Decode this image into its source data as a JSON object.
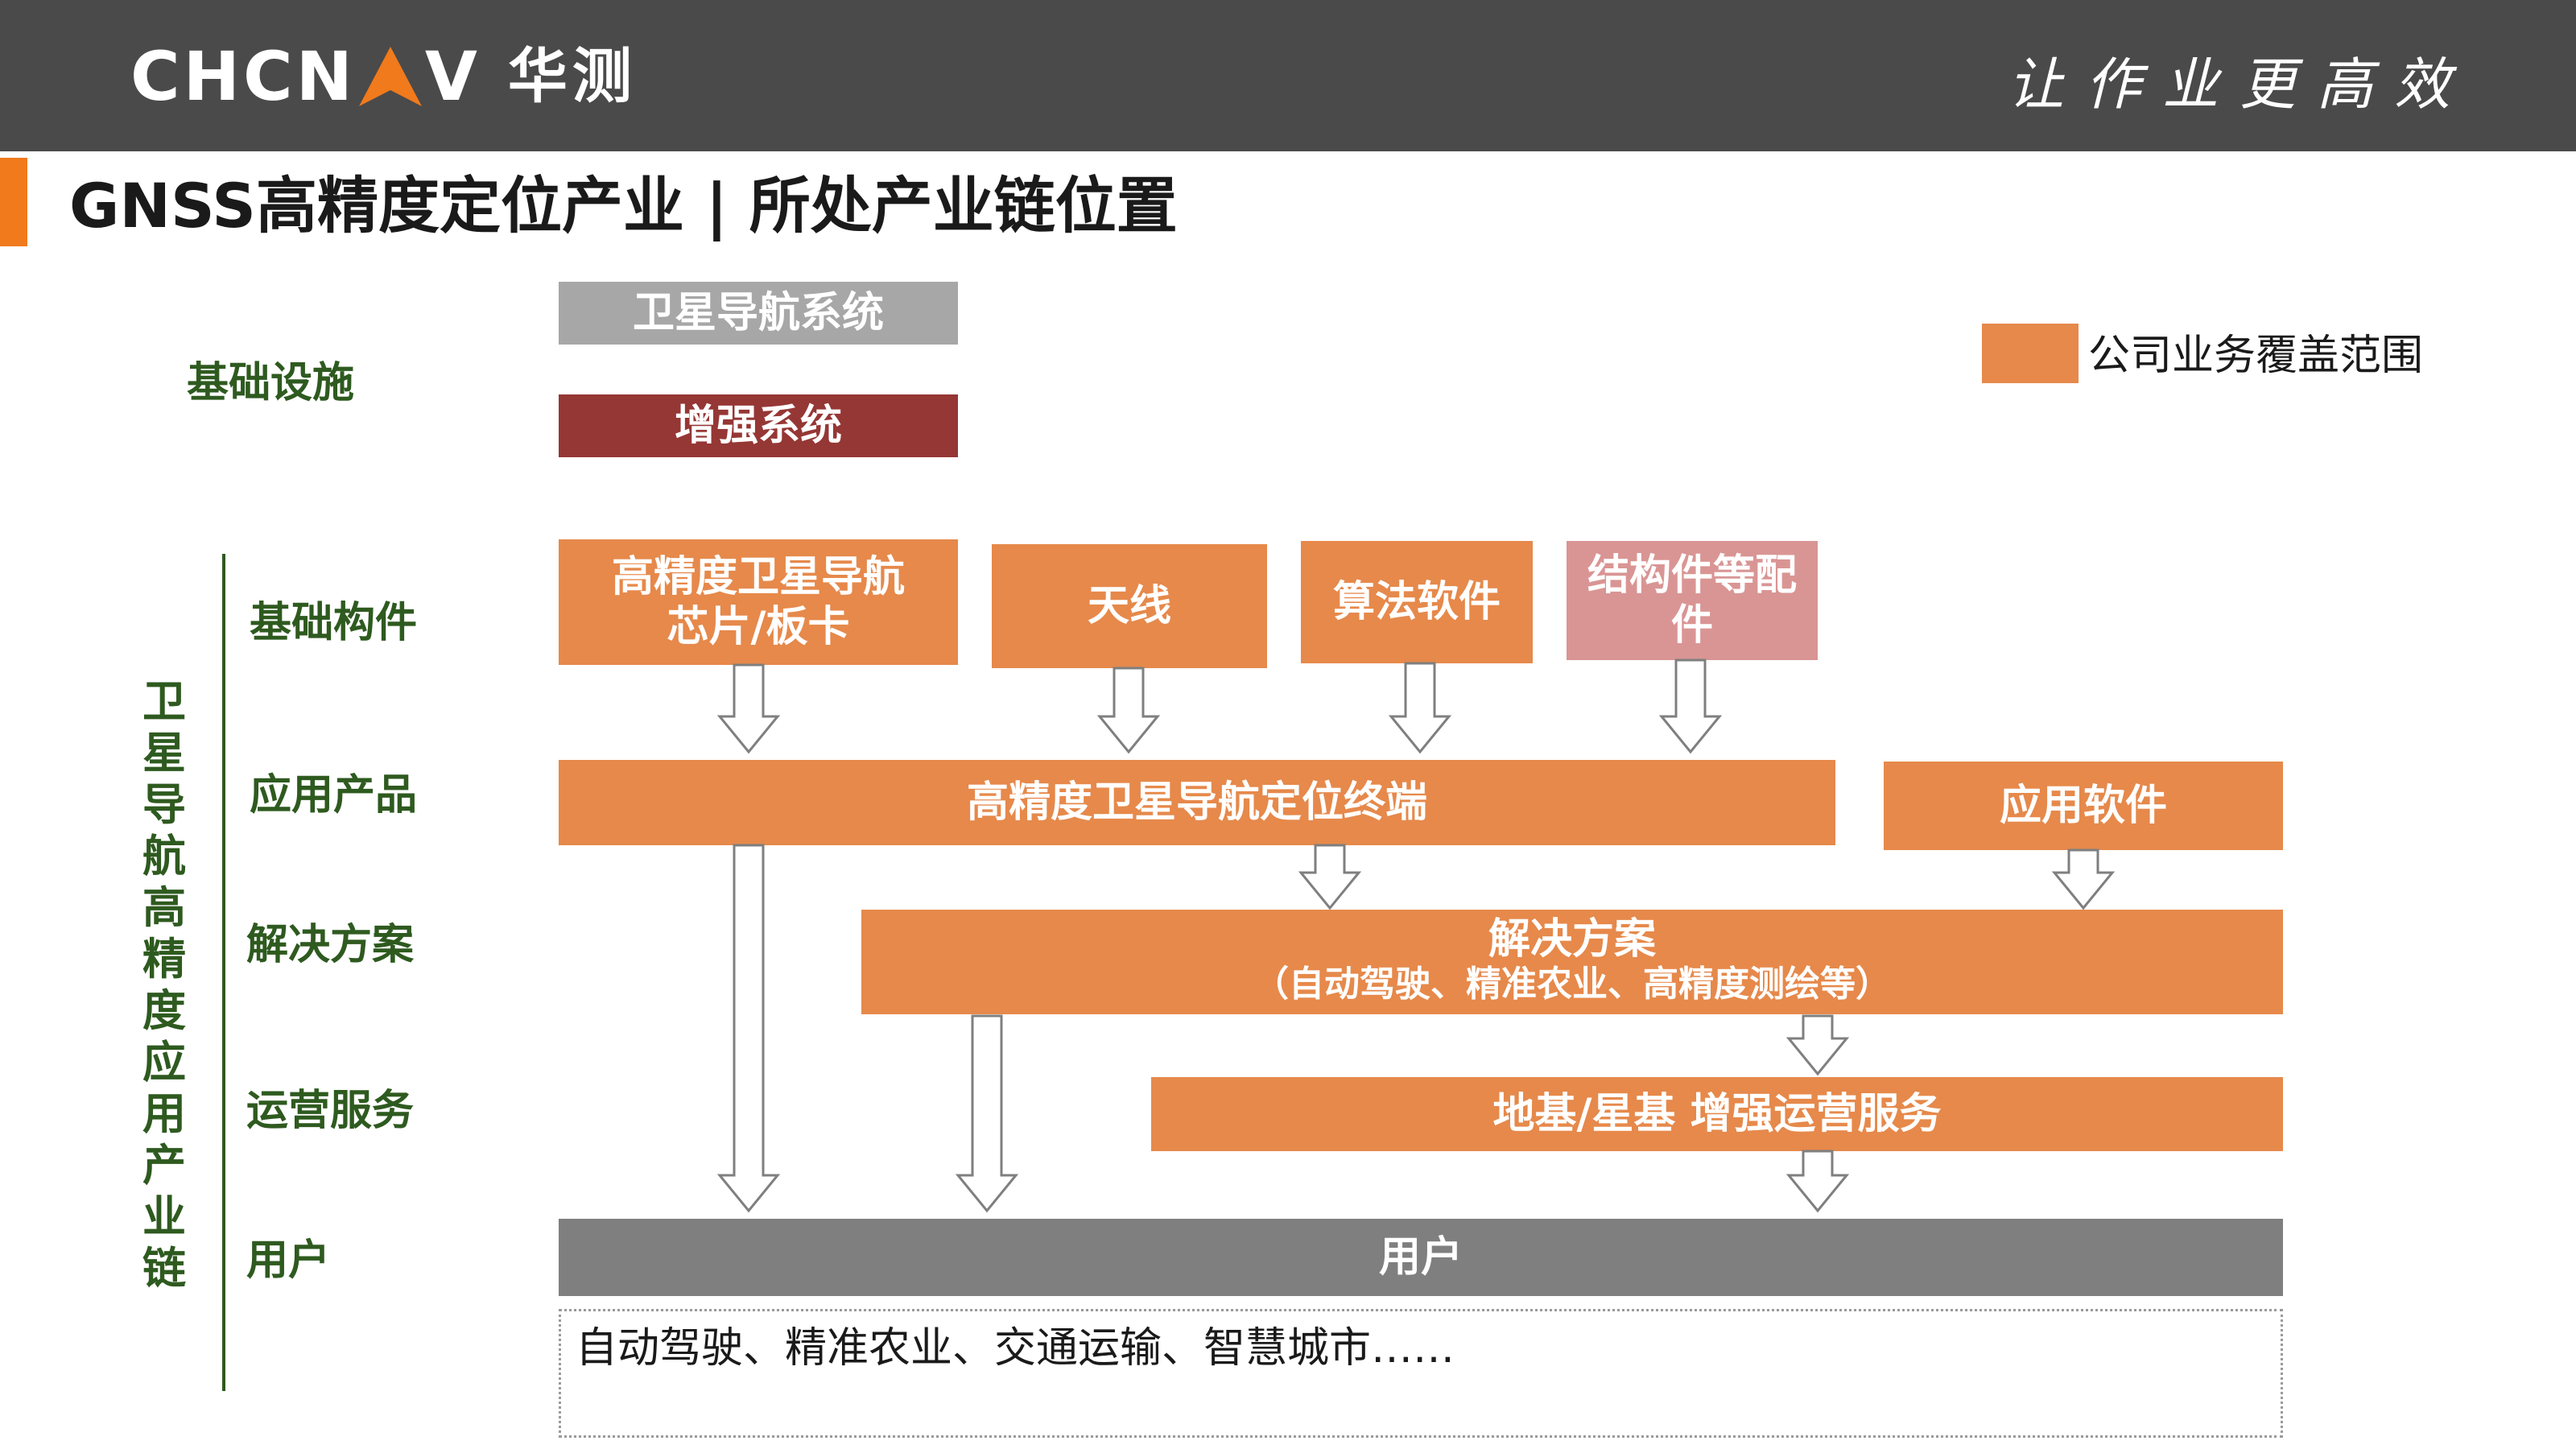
{
  "header": {
    "logo_text_left": "CHCN",
    "logo_text_right": "V",
    "logo_cn": "华测",
    "slogan": "让作业更高效"
  },
  "page_title": "GNSS高精度定位产业 | 所处产业链位置",
  "legend": {
    "label": "公司业务覆盖范围",
    "color": "#e6894b"
  },
  "sections": {
    "infrastructure": "基础设施",
    "chain_vertical": [
      "卫",
      "星",
      "导",
      "航",
      "高",
      "精",
      "度",
      "应",
      "用",
      "产",
      "业",
      "链"
    ]
  },
  "rows": {
    "components": "基础构件",
    "products": "应用产品",
    "solutions": "解决方案",
    "operations": "运营服务",
    "users": "用户"
  },
  "boxes": {
    "sat_nav": "卫星导航系统",
    "augmentation": "增强系统",
    "chip_line1": "高精度卫星导航",
    "chip_line2": "芯片/板卡",
    "antenna": "天线",
    "algorithm": "算法软件",
    "structure_line1": "结构件等配",
    "structure_line2": "件",
    "terminal": "高精度卫星导航定位终端",
    "app_software": "应用软件",
    "solution_title": "解决方案",
    "solution_sub": "（自动驾驶、精准农业、高精度测绘等）",
    "ops_service": "地基/星基 增强运营服务",
    "user": "用户",
    "user_examples": "自动驾驶、精准农业、交通运输、智慧城市……"
  },
  "colors": {
    "orange": "#e6894b",
    "gray": "#a7a7a7",
    "dark_red": "#953735",
    "pink": "#d99594",
    "dark_gray": "#7f7f7f",
    "green_label": "#2e5a1f",
    "accent": "#f07a1c",
    "topbar": "#4a4a4a"
  }
}
